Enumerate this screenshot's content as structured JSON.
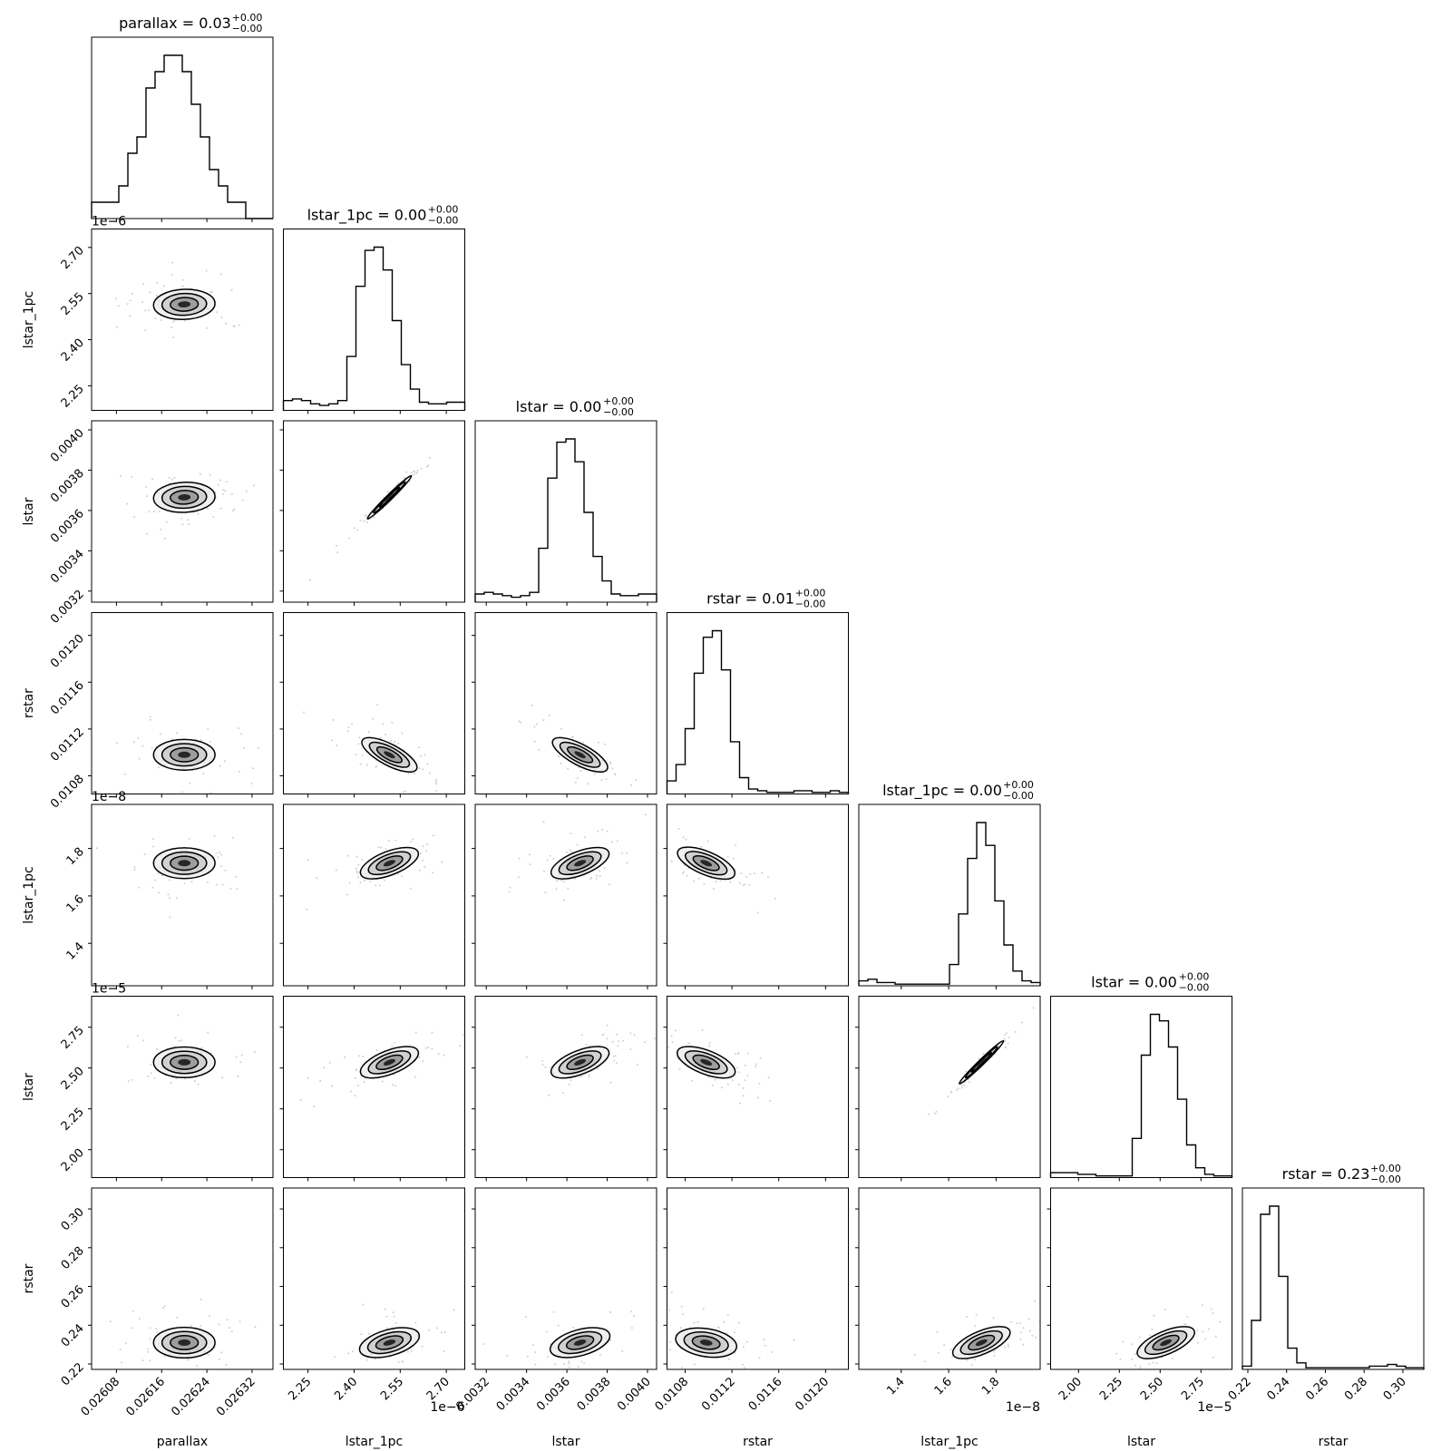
{
  "chart_data": {
    "type": "corner",
    "parameters": [
      "parallax",
      "lstar_1pc",
      "lstar",
      "rstar",
      "lstar_1pc",
      "lstar",
      "rstar"
    ],
    "titles": [
      {
        "main": "parallax = 0.03",
        "sup": "+0.00",
        "sub": "−0.00"
      },
      {
        "main": "lstar_1pc = 0.00",
        "sup": "+0.00",
        "sub": "−0.00"
      },
      {
        "main": "lstar = 0.00",
        "sup": "+0.00",
        "sub": "−0.00"
      },
      {
        "main": "rstar = 0.01",
        "sup": "+0.00",
        "sub": "−0.00"
      },
      {
        "main": "lstar_1pc = 0.00",
        "sup": "+0.00",
        "sub": "−0.00"
      },
      {
        "main": "lstar = 0.00",
        "sup": "+0.00",
        "sub": "−0.00"
      },
      {
        "main": "rstar = 0.23",
        "sup": "+0.00",
        "sub": "−0.00"
      }
    ],
    "ranges": [
      [
        0.026036,
        0.026357
      ],
      [
        2.17e-06,
        2.76e-06
      ],
      [
        0.003145,
        0.004045
      ],
      [
        0.010645,
        0.012195
      ],
      [
        1.221e-08,
        1.986e-08
      ],
      [
        1.829e-05,
        2.94e-05
      ],
      [
        0.2172,
        0.3108
      ]
    ],
    "ticks": [
      [
        0.02608,
        0.02616,
        0.02624,
        0.02632
      ],
      [
        2.25e-06,
        2.4e-06,
        2.55e-06,
        2.7e-06
      ],
      [
        0.0032,
        0.0034,
        0.0036,
        0.0038,
        0.004
      ],
      [
        0.0108,
        0.0112,
        0.0116,
        0.012
      ],
      [
        1.4e-08,
        1.6e-08,
        1.8e-08
      ],
      [
        2e-05,
        2.25e-05,
        2.5e-05,
        2.75e-05
      ],
      [
        0.22,
        0.24,
        0.26,
        0.28,
        0.3
      ]
    ],
    "tick_labels": [
      [
        "0.02608",
        "0.02616",
        "0.02624",
        "0.02632"
      ],
      [
        "2.25",
        "2.40",
        "2.55",
        "2.70"
      ],
      [
        "0.0032",
        "0.0034",
        "0.0036",
        "0.0038",
        "0.0040"
      ],
      [
        "0.0108",
        "0.0112",
        "0.0116",
        "0.0120"
      ],
      [
        "1.4",
        "1.6",
        "1.8"
      ],
      [
        "2.00",
        "2.25",
        "2.50",
        "2.75"
      ],
      [
        "0.22",
        "0.24",
        "0.26",
        "0.28",
        "0.30"
      ]
    ],
    "offset_text": [
      "",
      "1e−6",
      "",
      "",
      "1e−8",
      "1e−5",
      ""
    ],
    "histograms": [
      [
        1,
        1,
        1,
        2,
        4,
        5,
        8,
        9,
        10,
        10,
        9,
        7,
        5,
        3,
        2,
        1,
        1,
        0,
        0,
        0
      ],
      [
        0.06,
        0.07,
        0.06,
        0.04,
        0.03,
        0.04,
        0.06,
        0.33,
        0.76,
        0.98,
        1.0,
        0.86,
        0.55,
        0.28,
        0.13,
        0.05,
        0.04,
        0.04,
        0.05,
        0.05
      ],
      [
        0.05,
        0.06,
        0.05,
        0.04,
        0.03,
        0.04,
        0.06,
        0.33,
        0.76,
        0.98,
        1.0,
        0.86,
        0.55,
        0.28,
        0.13,
        0.05,
        0.04,
        0.04,
        0.05,
        0.05
      ],
      [
        0.08,
        0.18,
        0.4,
        0.74,
        0.96,
        1.0,
        0.76,
        0.32,
        0.1,
        0.03,
        0.02,
        0.01,
        0.01,
        0.01,
        0.02,
        0.02,
        0.01,
        0.01,
        0.02,
        0.01
      ],
      [
        0.03,
        0.04,
        0.02,
        0.02,
        0.01,
        0.01,
        0.01,
        0.01,
        0.01,
        0.01,
        0.13,
        0.44,
        0.78,
        1.0,
        0.86,
        0.52,
        0.25,
        0.09,
        0.03,
        0.02
      ],
      [
        0.03,
        0.03,
        0.03,
        0.02,
        0.02,
        0.01,
        0.01,
        0.01,
        0.01,
        0.24,
        0.75,
        1.0,
        0.96,
        0.8,
        0.48,
        0.2,
        0.06,
        0.02,
        0.01,
        0.01
      ],
      [
        0.02,
        0.3,
        0.95,
        1.0,
        0.57,
        0.13,
        0.04,
        0.01,
        0.01,
        0.01,
        0.01,
        0.01,
        0.01,
        0.01,
        0.02,
        0.02,
        0.03,
        0.02,
        0.01,
        0.01
      ]
    ],
    "centers": [
      0.0262,
      2.515e-06,
      0.003665,
      0.01098,
      1.738e-08,
      2.535e-05,
      0.231
    ],
    "correlations": {
      "1-0": 0.05,
      "2-0": 0.05,
      "2-1": 0.98,
      "3-0": 0.0,
      "3-1": -0.7,
      "3-2": -0.7,
      "4-0": 0.0,
      "4-1": 0.5,
      "4-2": 0.5,
      "4-3": -0.55,
      "5-0": 0.0,
      "5-1": 0.5,
      "5-2": 0.5,
      "5-3": -0.5,
      "5-4": 0.97,
      "6-0": 0.0,
      "6-1": 0.35,
      "6-2": 0.35,
      "6-3": -0.2,
      "6-4": 0.55,
      "6-5": 0.55
    }
  }
}
